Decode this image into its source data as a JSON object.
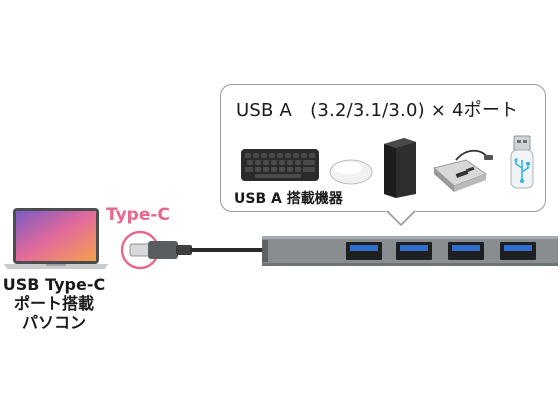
{
  "callout": {
    "title": "USB A　(3.2/3.1/3.0) × 4ポート",
    "caption": "USB A 搭載機器"
  },
  "typec_label": "Type-C",
  "laptop_label": {
    "line1": "USB Type-C",
    "line2": "ポート搭載",
    "line3": "パソコン"
  },
  "colors": {
    "accent": "#e8678a",
    "usb3_port_blue": "#2f6fcf",
    "hub_body": "#8a8d90",
    "bubble_border": "#9a9a9a"
  },
  "icons": [
    "laptop-icon",
    "keyboard-icon",
    "mouse-icon",
    "external-drive-icon",
    "card-reader-icon",
    "usb-flash-drive-icon",
    "usb-hub-icon",
    "usb-c-plug-icon"
  ]
}
